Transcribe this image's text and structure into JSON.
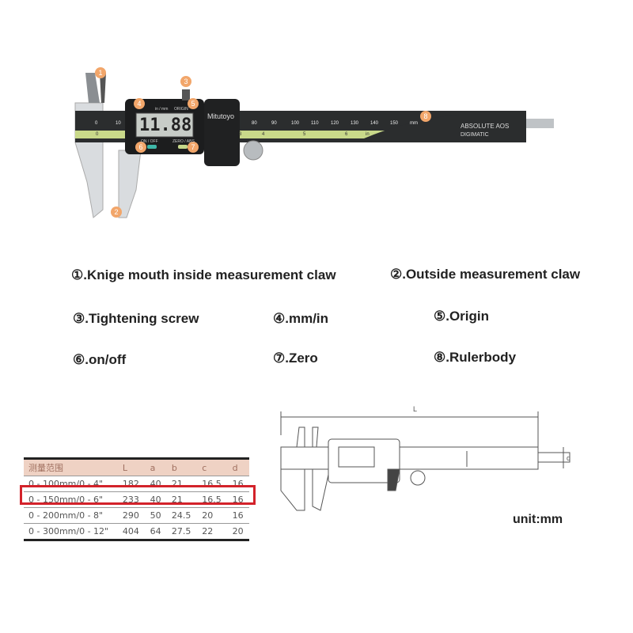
{
  "caliper": {
    "display": "11.88",
    "brand": "Mitutoyo",
    "mode_label": "in / mm",
    "origin_label": "ORIGIN",
    "onoff_label": "ON / OFF",
    "zero_label": "ZERO / ABS",
    "badge_line1": "ABSOLUTE AOS",
    "badge_line2": "DIGIMATIC",
    "scale_mm": [
      "0",
      "10",
      "80",
      "90",
      "100",
      "110",
      "120",
      "130",
      "140",
      "150",
      "mm"
    ],
    "scale_in": [
      "0",
      "3",
      "4",
      "5",
      "6",
      "in"
    ],
    "markers": [
      "1",
      "2",
      "3",
      "4",
      "5",
      "6",
      "7",
      "8"
    ]
  },
  "legend": [
    "①.Knige mouth inside measurement claw",
    "②.Outside measurement claw",
    "③.Tightening screw",
    "④.mm/in",
    "⑤.Origin",
    "⑥.on/off",
    "⑦.Zero",
    "⑧.Rulerbody"
  ],
  "spec_table": {
    "headers": [
      "测量范围",
      "L",
      "a",
      "b",
      "c",
      "d"
    ],
    "rows": [
      [
        "0 - 100mm/0 - 4\"",
        "182",
        "40",
        "21",
        "16.5",
        "16"
      ],
      [
        "0 - 150mm/0 - 6\"",
        "233",
        "40",
        "21",
        "16.5",
        "16"
      ],
      [
        "0 - 200mm/0 - 8\"",
        "290",
        "50",
        "24.5",
        "20",
        "16"
      ],
      [
        "0 - 300mm/0 - 12\"",
        "404",
        "64",
        "27.5",
        "22",
        "20"
      ]
    ],
    "highlighted_row": 1,
    "highlight_color": "#d3222a"
  },
  "drawing": {
    "dim_L": "L",
    "dim_d": "d"
  },
  "unit_label": "unit:mm"
}
